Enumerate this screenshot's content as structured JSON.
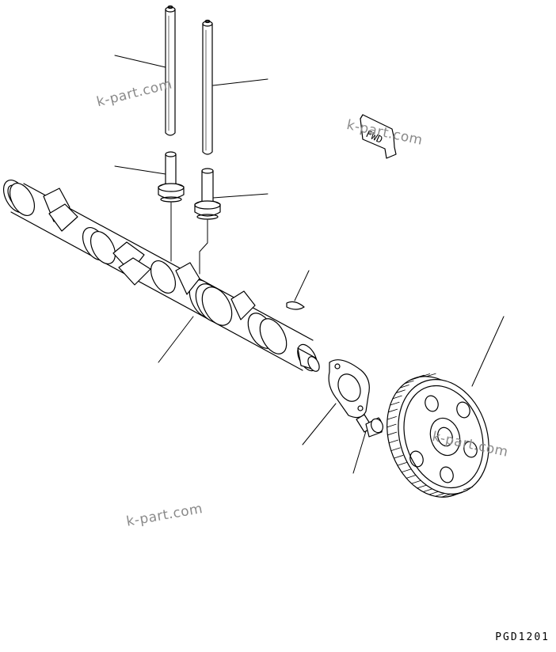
{
  "diagram": {
    "figure_code": "PGD1201",
    "direction_label": "FWD",
    "watermarks": [
      "k-part.com",
      "k-part.com",
      "k-part.com",
      "k-part.com"
    ]
  }
}
